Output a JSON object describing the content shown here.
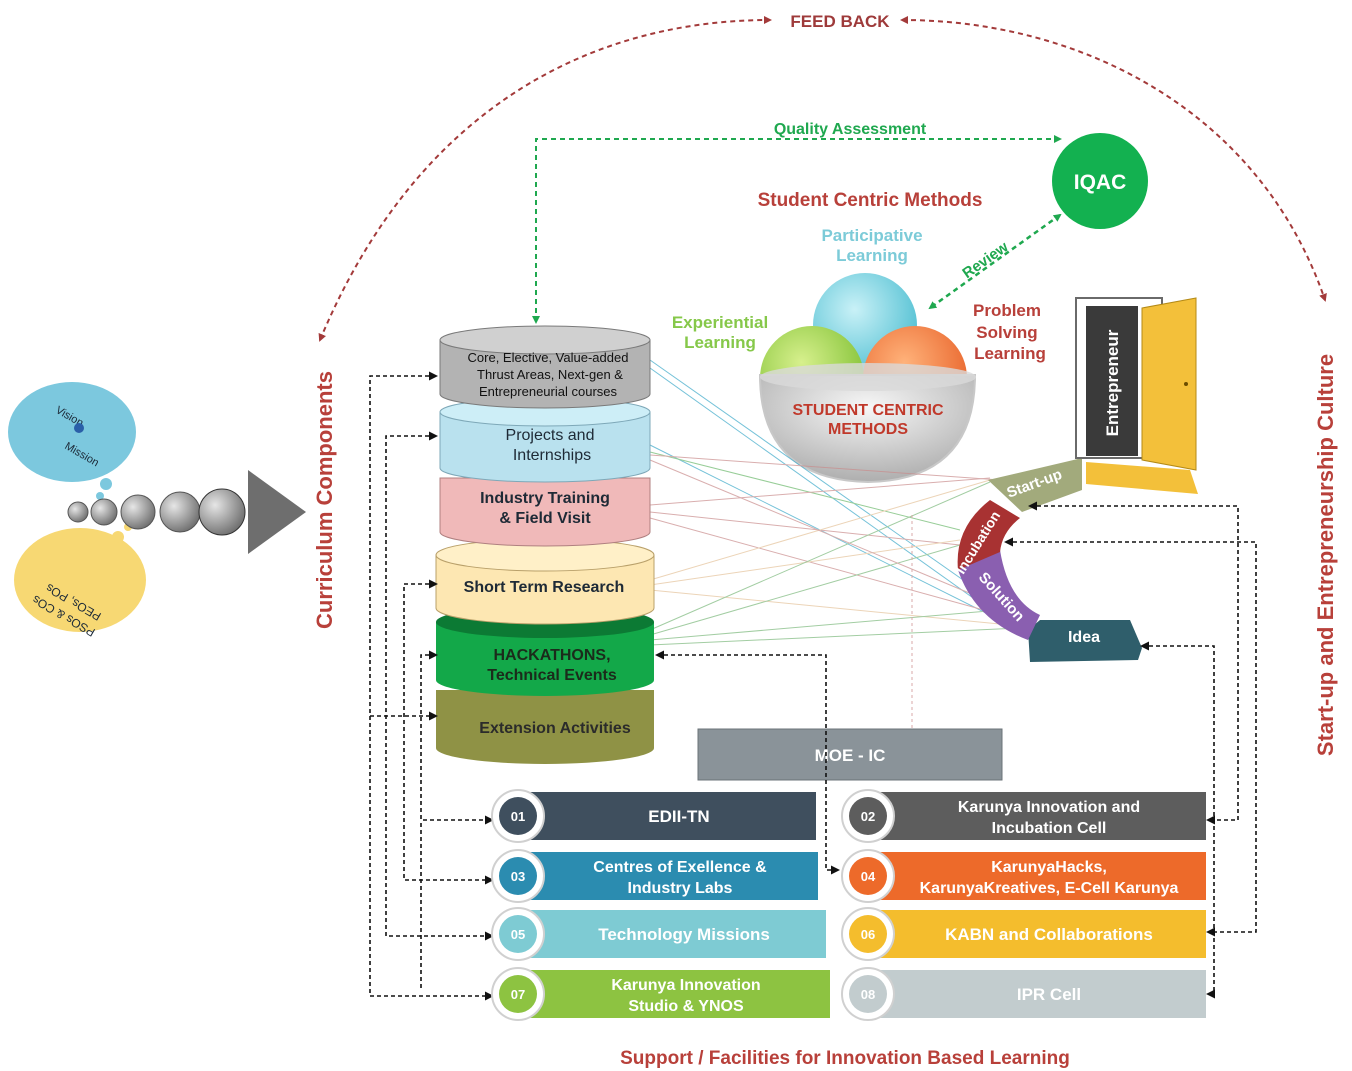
{
  "feedback_label": "FEED BACK",
  "quality_label": "Quality Assessment",
  "review_label": "Review",
  "iqac_label": "IQAC",
  "scm_title": "Student Centric Methods",
  "methods": {
    "participative_1": "Participative",
    "participative_2": "Learning",
    "experiential_1": "Experiential",
    "experiential_2": "Learning",
    "problem_1": "Problem",
    "problem_2": "Solving",
    "problem_3": "Learning",
    "bowl_1": "STUDENT CENTRIC",
    "bowl_2": "METHODS"
  },
  "left_title": "Curriculum Components",
  "right_title": "Start-up and Entrepreneurship Culture",
  "bottom_title": "Support / Facilities for Innovation Based Learning",
  "vision_cloud": {
    "vision": "Vision",
    "mission": "Mission"
  },
  "peo_cloud": {
    "line1": "PEOs, POs",
    "line2": "PSOs & COs"
  },
  "layers": {
    "core_1": "Core, Elective, Value-added",
    "core_2": "Thrust Areas, Next-gen &",
    "core_3": "Entrepreneurial courses",
    "projects_1": "Projects and",
    "projects_2": "Internships",
    "industry_1": "Industry Training",
    "industry_2": "& Field Visit",
    "research": "Short Term Research",
    "hack_1": "HACKATHONS,",
    "hack_2": "Technical Events",
    "extension": "Extension Activities"
  },
  "cycle": {
    "startup": "Start-up",
    "incubation": "Incubation",
    "solution": "Solution",
    "idea": "Idea",
    "entrepreneur": "Entrepreneur"
  },
  "moe": "MOE - IC",
  "facilities": [
    {
      "num": "01",
      "line1": "EDII-TN",
      "line2": "",
      "color": "#3f4f5e"
    },
    {
      "num": "02",
      "line1": "Karunya Innovation and",
      "line2": "Incubation Cell",
      "color": "#5d5d5d"
    },
    {
      "num": "03",
      "line1": "Centres of Exellence &",
      "line2": "Industry Labs",
      "color": "#2b8cb0"
    },
    {
      "num": "04",
      "line1": "KarunyaHacks,",
      "line2": "KarunyaKreatives, E-Cell Karunya",
      "color": "#ed6a2a"
    },
    {
      "num": "05",
      "line1": "Technology Missions",
      "line2": "",
      "color": "#7ecbd3"
    },
    {
      "num": "06",
      "line1": "KABN and Collaborations",
      "line2": "",
      "color": "#f4bd2d"
    },
    {
      "num": "07",
      "line1": "Karunya Innovation",
      "line2": "Studio & YNOS",
      "color": "#8dc341"
    },
    {
      "num": "08",
      "line1": "IPR Cell",
      "line2": "",
      "color": "#c2ccce"
    }
  ]
}
